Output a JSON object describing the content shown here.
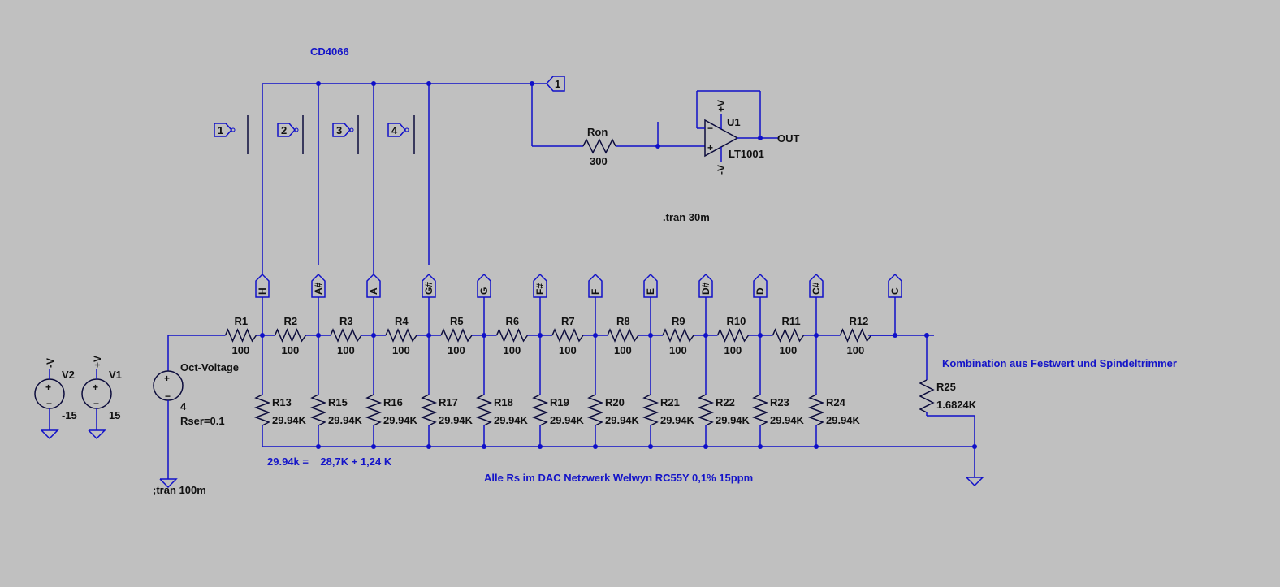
{
  "colors": {
    "background": "#c0c0c0",
    "wire": "#1010c8",
    "text": "#111111",
    "comment": "#1414c8"
  },
  "comments": {
    "chip": "CD4066",
    "tran_cmd": ".tran 30m",
    "tran_off": ";tran 100m",
    "r_equation": "29.94k =    28,7K + 1,24 K",
    "dac_note": "Alle Rs im DAC Netzwerk Welwyn RC55Y 0,1% 15ppm",
    "trim_note": "Kombination aus Festwert und Spindeltrimmer"
  },
  "node_1": "1",
  "switch_ctrl": [
    "1",
    "2",
    "3",
    "4"
  ],
  "ron": {
    "name": "Ron",
    "value": "300"
  },
  "opamp": {
    "name": "U1",
    "model": "LT1001",
    "pos_rail": "+V",
    "neg_rail": "-V",
    "out_label": "OUT"
  },
  "supplies": [
    {
      "name": "V2",
      "rail": "-V",
      "value": "-15"
    },
    {
      "name": "V1",
      "rail": "+V",
      "value": "15"
    }
  ],
  "source": {
    "name": "Oct-Voltage",
    "value": "4",
    "rser": "Rser=0.1"
  },
  "notes": [
    "H",
    "A#",
    "A",
    "G#",
    "G",
    "F#",
    "F",
    "E",
    "D#",
    "D",
    "C#",
    "C"
  ],
  "series_resistors": [
    {
      "name": "R1",
      "value": "100"
    },
    {
      "name": "R2",
      "value": "100"
    },
    {
      "name": "R3",
      "value": "100"
    },
    {
      "name": "R4",
      "value": "100"
    },
    {
      "name": "R5",
      "value": "100"
    },
    {
      "name": "R6",
      "value": "100"
    },
    {
      "name": "R7",
      "value": "100"
    },
    {
      "name": "R8",
      "value": "100"
    },
    {
      "name": "R9",
      "value": "100"
    },
    {
      "name": "R10",
      "value": "100"
    },
    {
      "name": "R11",
      "value": "100"
    },
    {
      "name": "R12",
      "value": "100"
    }
  ],
  "shunt_resistors": [
    {
      "name": "R13",
      "value": "29.94K"
    },
    {
      "name": "R15",
      "value": "29.94K"
    },
    {
      "name": "R16",
      "value": "29.94K"
    },
    {
      "name": "R17",
      "value": "29.94K"
    },
    {
      "name": "R18",
      "value": "29.94K"
    },
    {
      "name": "R19",
      "value": "29.94K"
    },
    {
      "name": "R20",
      "value": "29.94K"
    },
    {
      "name": "R21",
      "value": "29.94K"
    },
    {
      "name": "R22",
      "value": "29.94K"
    },
    {
      "name": "R23",
      "value": "29.94K"
    },
    {
      "name": "R24",
      "value": "29.94K"
    }
  ],
  "r25": {
    "name": "R25",
    "value": "1.6824K"
  }
}
